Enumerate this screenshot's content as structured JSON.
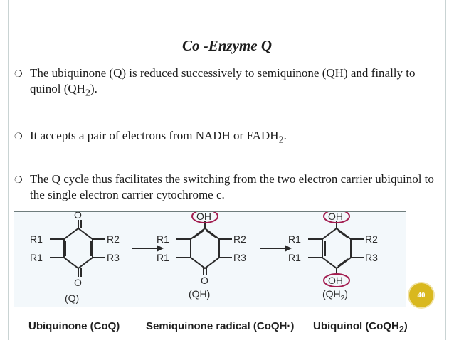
{
  "slide": {
    "title": "Co -Enzyme Q",
    "bullet_symbol": "❍",
    "bullets": [
      {
        "pre": "The ubiquinone (Q) is reduced successively to semiquinone (QH) and finally to quinol (QH",
        "sub": "2",
        "post": ")."
      },
      {
        "pre": "It accepts a pair of electrons from NADH or FADH",
        "sub": "2",
        "post": "."
      },
      {
        "pre": "The Q cycle thus facilitates the switching from the two electron carrier ubiquinol to the single electron carrier cytochrome c.",
        "sub": "",
        "post": ""
      }
    ],
    "page_number": "40"
  },
  "figure": {
    "groups": [
      "R1",
      "R2",
      "R3"
    ],
    "atom_o": "O",
    "atom_oh": "OH",
    "labels": {
      "q": "(Q)",
      "qh": "(QH)",
      "qh2_pre": "(QH",
      "qh2_sub": "2",
      "qh2_post": ")"
    }
  },
  "captions": {
    "ubiquinone": "Ubiquinone (CoQ)",
    "semiquinone": "Semiquinone radical (CoQH·)",
    "ubiquinol_pre": "Ubiquinol (CoQH",
    "ubiquinol_sub": "2",
    "ubiquinol_post": ")"
  },
  "colors": {
    "badge": "#d9b81f",
    "oh_circle": "#a21c4f",
    "figure_bg": "#f3f8fb"
  }
}
